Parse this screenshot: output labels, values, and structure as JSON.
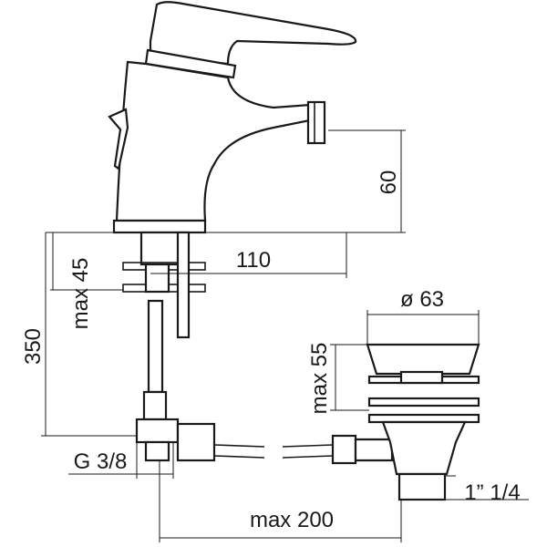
{
  "dimensions": {
    "spout_height": "60",
    "spout_reach": "110",
    "max_deck_thickness": "max 45",
    "hose_length": "350",
    "connection_thread": "G 3/8",
    "waste_diameter": "ø 63",
    "waste_max_thickness": "max 55",
    "waste_thread": "1” 1/4",
    "max_rod_distance": "max 200"
  },
  "colors": {
    "line": "#1a1a1a",
    "background": "#ffffff"
  }
}
